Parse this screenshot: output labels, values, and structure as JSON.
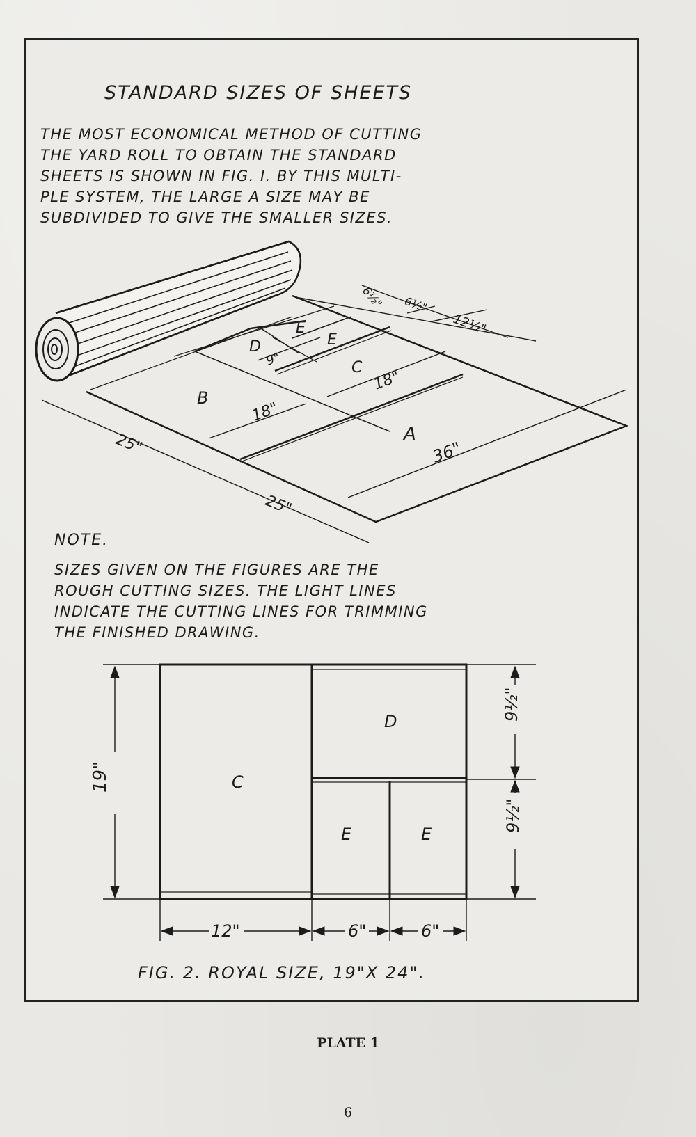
{
  "title": "STANDARD SIZES OF SHEETS",
  "intro_lines": [
    "THE MOST ECONOMICAL METHOD OF CUTTING",
    "THE YARD ROLL TO OBTAIN THE STANDARD",
    "SHEETS IS SHOWN IN FIG. I.   BY THIS MULTI-",
    "PLE SYSTEM, THE LARGE A SIZE MAY BE",
    "SUBDIVIDED TO GIVE THE SMALLER SIZES."
  ],
  "fig1": {
    "sheet_labels": {
      "a": "A",
      "b": "B",
      "c": "C",
      "d": "D",
      "e1": "E",
      "e2": "E"
    },
    "dimensions": {
      "a_width": "36\"",
      "b_width": "18\"",
      "c_width": "18\"",
      "d_width": "9\"",
      "e1_top": "6½\"",
      "e2_top": "6½\"",
      "top_12": "12½\"",
      "left_25": "25\"",
      "bottom_25": "25\""
    }
  },
  "note": {
    "heading": "NOTE.",
    "lines": [
      "SIZES GIVEN ON THE FIGURES ARE THE",
      "ROUGH CUTTING SIZES.   THE LIGHT LINES",
      "INDICATE THE CUTTING LINES FOR TRIMMING",
      "THE FINISHED DRAWING."
    ]
  },
  "fig2": {
    "labels": {
      "c": "C",
      "d": "D",
      "e1": "E",
      "e2": "E"
    },
    "dimensions": {
      "height": "19\"",
      "upper_right": "9½\"",
      "lower_right": "9½\"",
      "bottom_left": "12\"",
      "bottom_mid": "6\"",
      "bottom_right": "6\""
    },
    "caption": "FIG. 2.  ROYAL SIZE, 19\"X 24\"."
  },
  "plate_label": "PLATE 1",
  "page_number": "6"
}
